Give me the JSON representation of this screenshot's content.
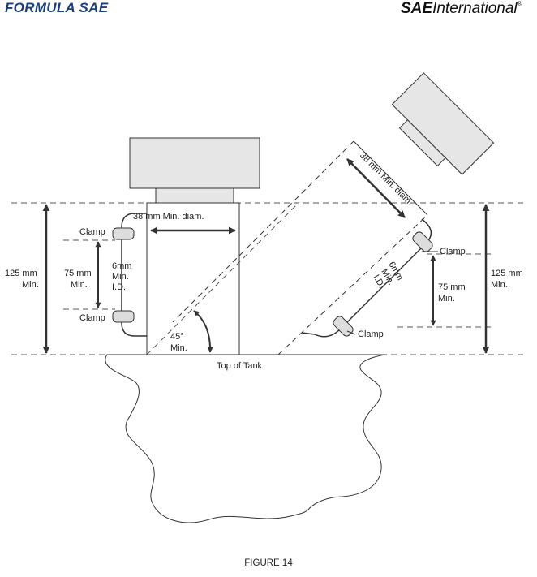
{
  "header": {
    "left_logo": "FORMULA SAE",
    "right_logo_bold": "SAE",
    "right_logo_rest": "International",
    "right_logo_mark": "®"
  },
  "diagram": {
    "left_assembly": {
      "diameter": "38 mm Min. diam.",
      "height_line1": "125 mm",
      "height_line2": "Min.",
      "clamp_spacing_line1": "75 mm",
      "clamp_spacing_line2": "Min.",
      "hose_line1": "6mm",
      "hose_line2": "Min.",
      "hose_line3": "I.D.",
      "clamp_top": "Clamp",
      "clamp_bottom": "Clamp",
      "angle_line1": "45°",
      "angle_line2": "Min."
    },
    "right_assembly": {
      "diameter": "38 mm Min. diam.",
      "height_line1": "125 mm",
      "height_line2": "Min.",
      "clamp_spacing_line1": "75 mm",
      "clamp_spacing_line2": "Min.",
      "hose_line1": "6mm",
      "hose_line2": "Min.",
      "hose_line3": "I.D.",
      "clamp_top": "Clamp",
      "clamp_bottom": "Clamp"
    },
    "tank_label": "Top of Tank"
  },
  "caption": "FIGURE 14"
}
